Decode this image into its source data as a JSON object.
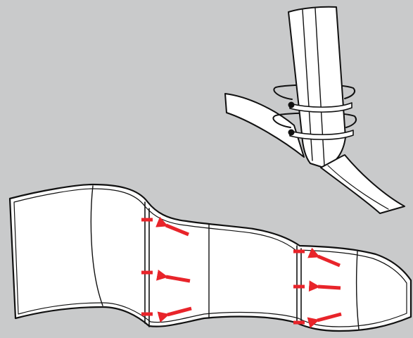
{
  "colors": {
    "background": "#c9cacb",
    "panel_fill": "#ffffff",
    "outline": "#111111",
    "accent": "#e8242a"
  },
  "illustration": {
    "pole_detail": {
      "icon": "pole-with-straps-icon",
      "strap_count": 2
    },
    "banner_panels": {
      "icon": "wavy-banner-panels-icon",
      "panel_count": 6
    },
    "join_markers": {
      "icon": "red-marker-icon",
      "count": 6
    },
    "direction_arrows": {
      "icon": "red-arrow-left-icon",
      "count": 6
    }
  }
}
